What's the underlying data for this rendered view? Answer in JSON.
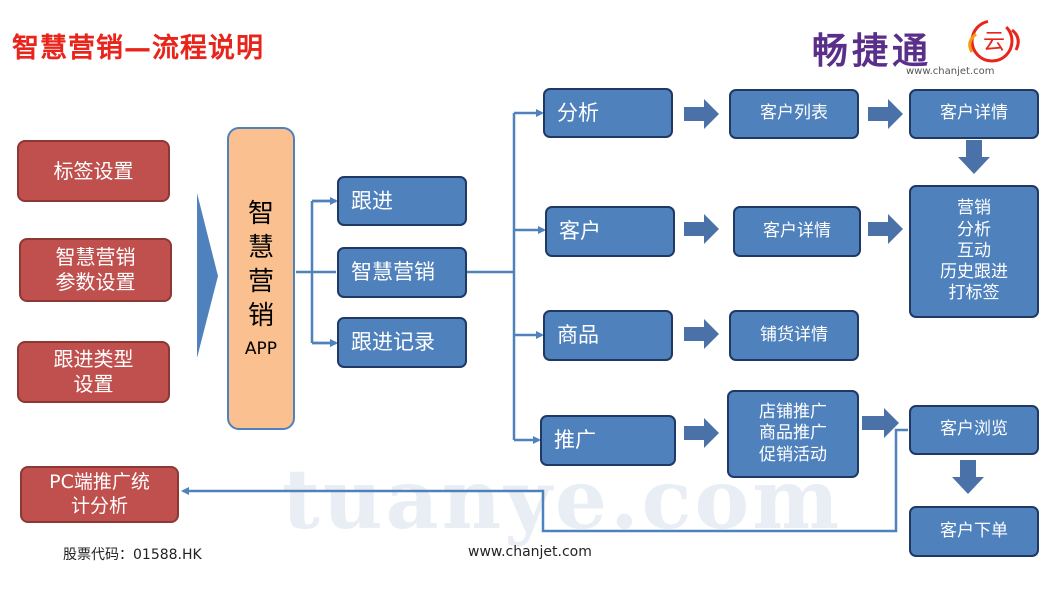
{
  "header": {
    "title": "智慧营销—流程说明",
    "logo_text": "畅捷通",
    "logo_badge": "云",
    "logo_url": "www.chanjet.com"
  },
  "left_settings": [
    "标签设置",
    "智慧营销\n参数设置",
    "跟进类型\n设置"
  ],
  "pc_box": "PC端推广统\n计分析",
  "app_box": {
    "chars": [
      "智",
      "慧",
      "营",
      "销"
    ],
    "label": "APP"
  },
  "app_menu": [
    "跟进",
    "智慧营销",
    "跟进记录"
  ],
  "categories": [
    "分析",
    "客户",
    "商品",
    "推广"
  ],
  "level2": {
    "customer_list": "客户列表",
    "customer_detail": "客户详情",
    "goods_detail": "铺货详情",
    "promo": [
      "店铺推广",
      "商品推广",
      "促销活动"
    ]
  },
  "level3": {
    "analysis_detail": "客户详情",
    "actions": [
      "营销",
      "分析",
      "互动",
      "历史跟进",
      "打标签"
    ],
    "browse": "客户浏览",
    "order": "客户下单"
  },
  "footer": {
    "stock": "股票代码：01588.HK",
    "url": "www.chanjet.com"
  },
  "watermark": "tuanye.com",
  "colors": {
    "title": "#e8241b",
    "red_box": "#c0504d",
    "blue_box": "#4f81bd",
    "app_box": "#fac090",
    "connector": "#4f81bd",
    "arrow": "#4a72a8"
  }
}
